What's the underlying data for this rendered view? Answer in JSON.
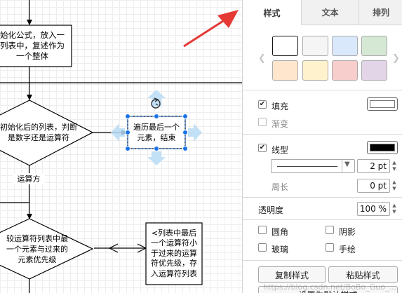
{
  "canvas": {
    "nodes": {
      "init_formula": "始化公式，放入一\n列表中，复述作为\n一个整体",
      "decision_number_or_op": "初始化后的列表，判断\n是数字还是运算符",
      "traverse_last": "遍历最后一个\n元素，结束",
      "compare_priority": "较运算符列表中最\n一个元素与过来的\n元素优先级",
      "push_operator": "<列表中最后\n一个运算符小\n于过来的运算\n符优先级，存\n入运算符列表"
    },
    "edge_label_operator": "运算方"
  },
  "panel": {
    "tabs": [
      "样式",
      "文本",
      "排列"
    ],
    "swatch_colors": [
      "#ffffff",
      "#f5f5f5",
      "#dae8fc",
      "#d5e8d4",
      "#ffe6cc",
      "#fff2cc",
      "#f8cecc",
      "#e1d5e7"
    ],
    "fill": {
      "label": "填充",
      "checked": true,
      "color": "#ffffff"
    },
    "gradient": {
      "label": "渐变",
      "checked": false
    },
    "line": {
      "label": "线型",
      "checked": true,
      "color": "#000000",
      "width": "2 pt"
    },
    "perimeter": {
      "label": "周长",
      "value": "0 pt"
    },
    "opacity": {
      "label": "透明度",
      "value": "100 %"
    },
    "rounded": {
      "label": "圆角",
      "checked": false
    },
    "shadow": {
      "label": "阴影",
      "checked": false
    },
    "glass": {
      "label": "玻璃",
      "checked": false
    },
    "sketch": {
      "label": "手绘",
      "checked": false
    },
    "copy_style": "复制样式",
    "paste_style": "粘贴样式",
    "set_default": "设置为默认样式",
    "watermark": "https://blog.csdn.net/BoBo_Guo_..."
  },
  "colors": {
    "selection": "#1a73e8",
    "annotation_arrow": "#e53935"
  }
}
